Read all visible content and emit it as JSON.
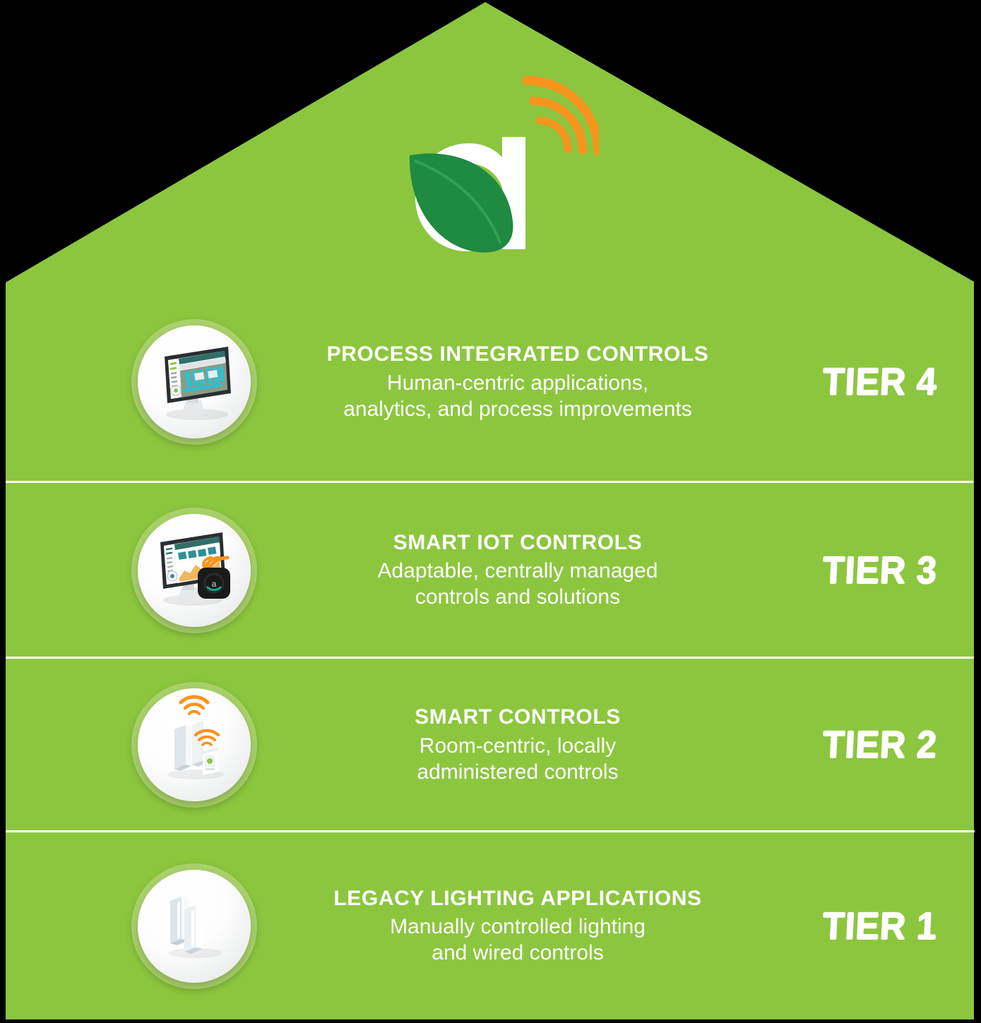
{
  "brand": {
    "logo_letter": "a",
    "logo_icon": "leaf-wifi-a-logo",
    "green": "#8CC63F",
    "light_green": "#A9D16A",
    "leaf_green": "#1E8A42",
    "orange": "#F7941E",
    "white": "#FFFFFF"
  },
  "tiers": [
    {
      "id": "tier-4",
      "title": "PROCESS INTEGRATED CONTROLS",
      "description_line_1": "Human-centric applications,",
      "description_line_2": "analytics, and process improvements",
      "badge": "TIER 4",
      "icon": "desktop-monitor-floorplan-icon"
    },
    {
      "id": "tier-3",
      "title": "SMART IOT CONTROLS",
      "description_line_1": "Adaptable, centrally managed",
      "description_line_2": "controls and solutions",
      "badge": "TIER 3",
      "icon": "desktop-monitor-gateway-wifi-icon"
    },
    {
      "id": "tier-2",
      "title": "SMART CONTROLS",
      "description_line_1": "Room-centric, locally",
      "description_line_2": "administered controls",
      "badge": "TIER 2",
      "icon": "light-fixtures-wifi-switch-icon"
    },
    {
      "id": "tier-1",
      "title": "LEGACY LIGHTING APPLICATIONS",
      "description_line_1": "Manually controlled lighting",
      "description_line_2": "and wired controls",
      "badge": "TIER 1",
      "icon": "light-fixtures-icon"
    }
  ]
}
